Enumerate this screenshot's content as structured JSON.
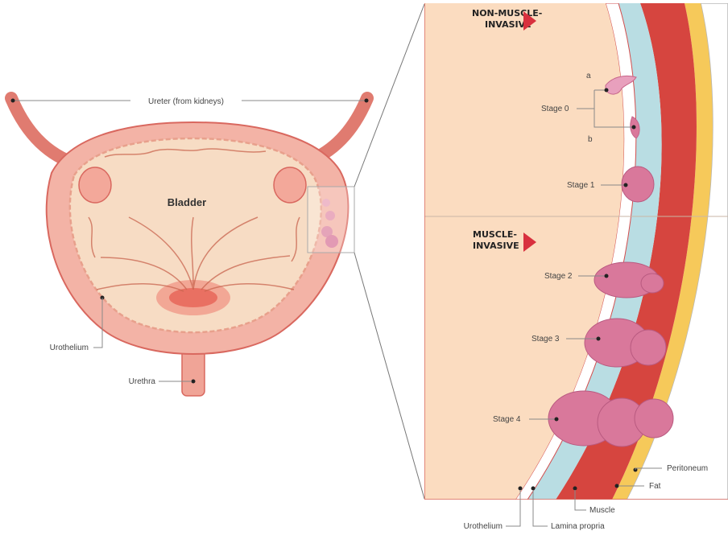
{
  "labels": {
    "ureter": "Ureter (from kidneys)",
    "bladder": "Bladder",
    "urothelium_left": "Urothelium",
    "urethra": "Urethra",
    "non_muscle_line1": "NON-MUSCLE-",
    "non_muscle_line2": "INVASIVE",
    "muscle_line1": "MUSCLE-",
    "muscle_line2": "INVASIVE",
    "sub_a": "a",
    "sub_b": "b",
    "stage0": "Stage 0",
    "stage1": "Stage 1",
    "stage2": "Stage 2",
    "stage3": "Stage 3",
    "stage4": "Stage 4",
    "peritoneum": "Peritoneum",
    "fat": "Fat",
    "muscle": "Muscle",
    "urothelium_bottom": "Urothelium",
    "lamina_propria": "Lamina propria"
  },
  "colors": {
    "bladder_wall": "#f3b3a6",
    "bladder_outline": "#d9685f",
    "lining": "#f7dcc4",
    "muscle": "#d6453f",
    "fat": "#f6c95a",
    "lamina_propria": "#b9dde3",
    "tissue": "#fbdcc0",
    "tumor": "#d9789b",
    "arrow": "#d8303e"
  }
}
